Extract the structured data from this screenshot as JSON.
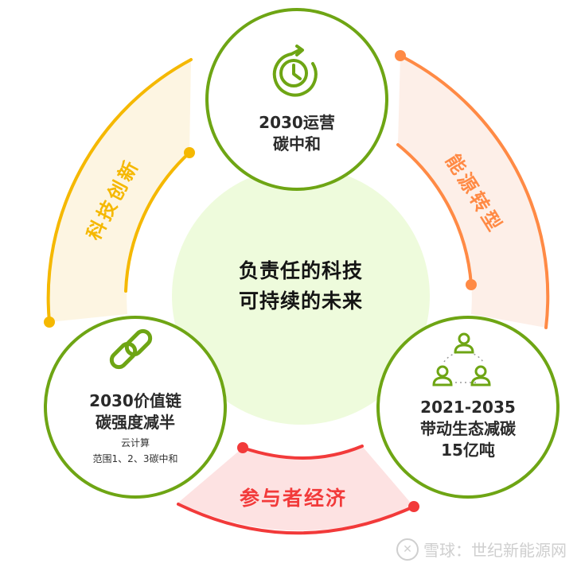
{
  "center": {
    "line1": "负责任的科技",
    "line2": "可持续的未来",
    "fill": "#eefbdc"
  },
  "nodes": [
    {
      "id": "top",
      "icon": "clock-refresh-icon",
      "lines": [
        "2030运营",
        "碳中和"
      ],
      "sub_lines": []
    },
    {
      "id": "bottom-left",
      "icon": "link-chain-icon",
      "lines": [
        "2030价值链",
        "碳强度减半"
      ],
      "sub_lines": [
        "云计算",
        "范围1、2、3碳中和"
      ]
    },
    {
      "id": "bottom-right",
      "icon": "people-network-icon",
      "lines": [
        "2021-2035",
        "带动生态减碳",
        "15亿吨"
      ],
      "sub_lines": []
    }
  ],
  "arcs": [
    {
      "id": "left",
      "label": "科技创新",
      "color": "#f5b800",
      "fill": "#fdf5e2"
    },
    {
      "id": "right",
      "label": "能源转型",
      "color": "#ff8a45",
      "fill": "#fdefe8"
    },
    {
      "id": "bottom",
      "label": "参与者经济",
      "color": "#f23a3a",
      "fill": "#fde2e2"
    }
  ],
  "colors": {
    "node_stroke": "#6ea514",
    "icon": "#6ea514",
    "text": "#2a2a2a"
  },
  "watermark": {
    "logo": "雪球-logo-icon",
    "text": "雪球：世纪新能源网"
  }
}
